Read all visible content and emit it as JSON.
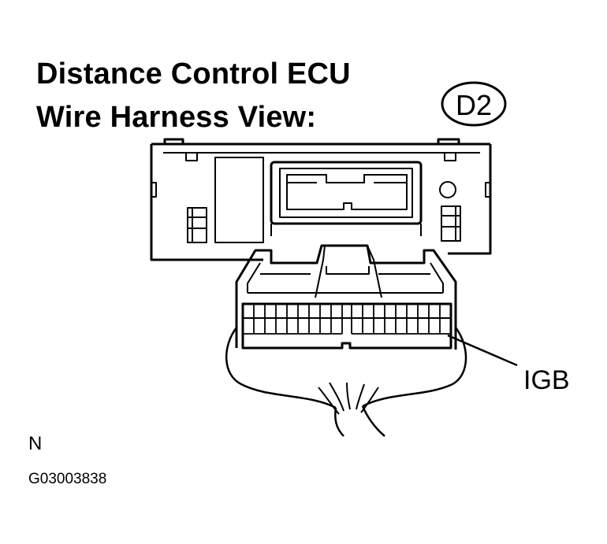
{
  "title_line1": "Distance Control ECU",
  "title_line2": "Wire Harness View:",
  "connector_code": "D2",
  "terminal_label": "IGB",
  "orientation_label": "N",
  "figure_code": "G03003838",
  "colors": {
    "line": "#000000",
    "background": "#ffffff"
  }
}
